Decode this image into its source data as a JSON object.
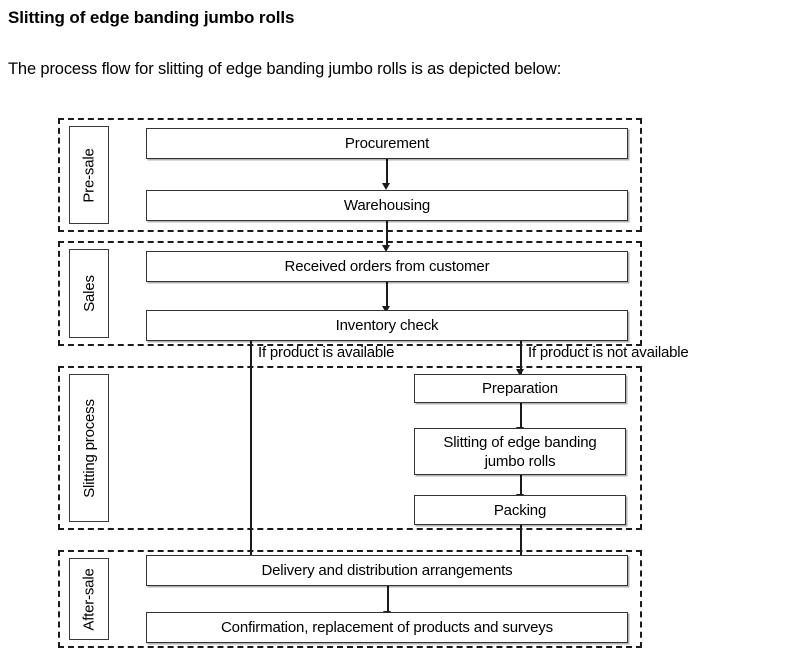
{
  "page": {
    "title": "Slitting of edge banding jumbo rolls",
    "intro": "The process flow for slitting of edge banding jumbo rolls is as depicted below:"
  },
  "diagram": {
    "type": "process-flow-swimlane",
    "lanes": [
      {
        "id": "pre-sale",
        "label": "Pre-sale"
      },
      {
        "id": "sales",
        "label": "Sales"
      },
      {
        "id": "slitting-process",
        "label": "Slitting process"
      },
      {
        "id": "after-sale",
        "label": "After-sale"
      }
    ],
    "nodes": [
      {
        "id": "procurement",
        "lane": "pre-sale",
        "label": "Procurement"
      },
      {
        "id": "warehousing",
        "lane": "pre-sale",
        "label": "Warehousing"
      },
      {
        "id": "received-orders",
        "lane": "sales",
        "label": "Received orders from customer"
      },
      {
        "id": "inventory-check",
        "lane": "sales",
        "label": "Inventory check"
      },
      {
        "id": "preparation",
        "lane": "slitting-process",
        "label": "Preparation"
      },
      {
        "id": "slitting",
        "lane": "slitting-process",
        "label": "Slitting of edge banding jumbo rolls"
      },
      {
        "id": "packing",
        "lane": "slitting-process",
        "label": "Packing"
      },
      {
        "id": "delivery",
        "lane": "after-sale",
        "label": "Delivery and distribution arrangements"
      },
      {
        "id": "confirmation",
        "lane": "after-sale",
        "label": "Confirmation, replacement of products and surveys"
      }
    ],
    "branch_labels": [
      {
        "id": "available",
        "label": "If product is available"
      },
      {
        "id": "not-available",
        "label": "If product is not available"
      }
    ],
    "colors": {
      "line": "#1b1b1b",
      "box_border": "#333333",
      "background": "#ffffff",
      "text": "#000000"
    }
  }
}
